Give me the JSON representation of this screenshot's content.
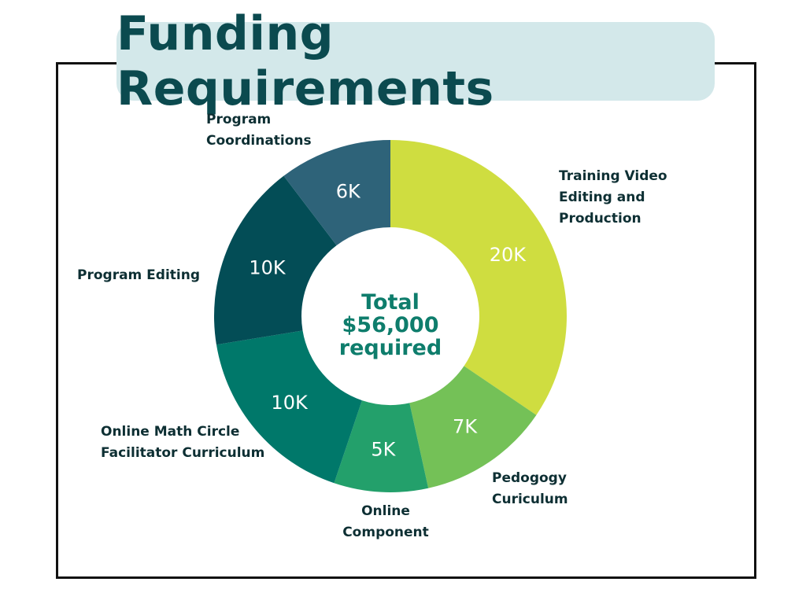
{
  "chart_data": {
    "type": "pie",
    "variant": "donut",
    "title": "Funding Requirements",
    "center_text": [
      "Total",
      "$56,000",
      "required"
    ],
    "slices": [
      {
        "category": "Training Video Editing and Production",
        "value": 20,
        "label": "20K",
        "color": "#cfdd40"
      },
      {
        "category": "Pedogogy Curiculum",
        "value": 7,
        "label": "7K",
        "color": "#74c157"
      },
      {
        "category": "Online Component",
        "value": 5,
        "label": "5K",
        "color": "#23a06b"
      },
      {
        "category": "Online Math Circle Facilitator Curriculum",
        "value": 10,
        "label": "10K",
        "color": "#00786a"
      },
      {
        "category": "Program Editing",
        "value": 10,
        "label": "10K",
        "color": "#034d56"
      },
      {
        "category": "Program Coordinations",
        "value": 6,
        "label": "6K",
        "color": "#2e6379"
      }
    ],
    "units": "thousand USD"
  },
  "colors": {
    "title_bg": "#d3e8ea",
    "title_text": "#0b4a4f",
    "center_text": "#0e7d6c"
  }
}
